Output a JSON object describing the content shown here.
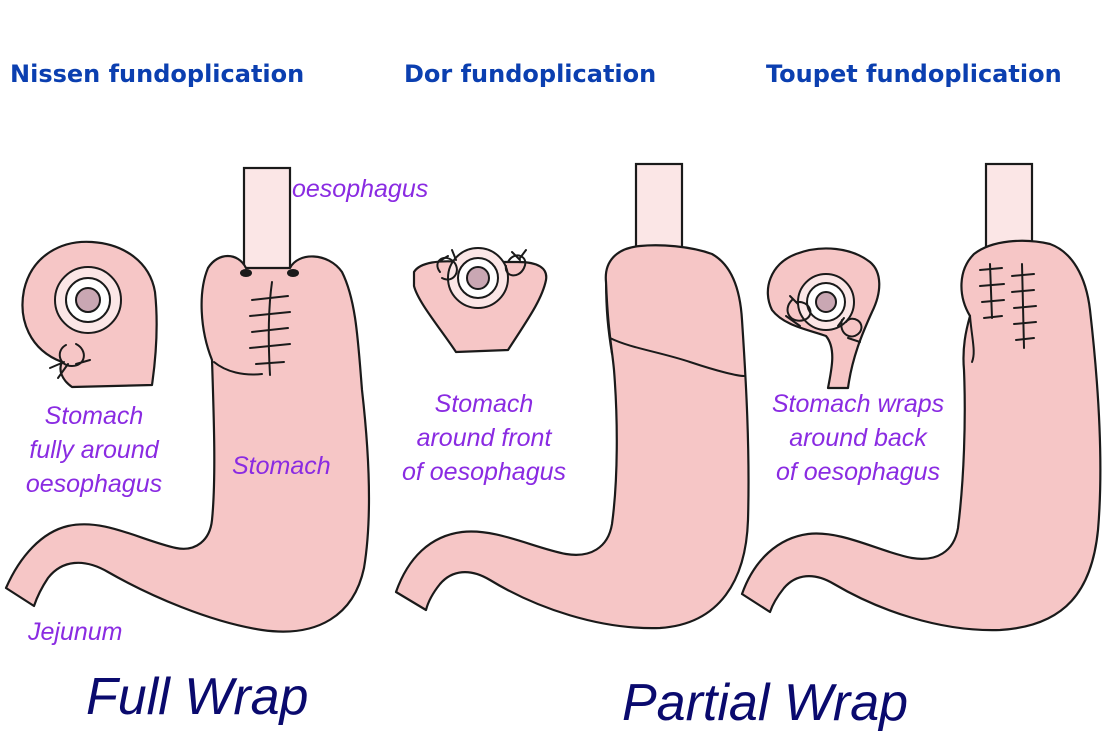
{
  "titles": {
    "nissen": "Nissen fundoplication",
    "dor": "Dor fundoplication",
    "toupet": "Toupet fundoplication"
  },
  "labels": {
    "oesophagus": "oesophagus",
    "stomach": "Stomach",
    "jejunum": "Jejunum",
    "nissen_desc": [
      "Stomach",
      "fully around",
      "oesophagus"
    ],
    "dor_desc": [
      "Stomach",
      "around front",
      "of oesophagus"
    ],
    "toupet_desc": [
      "Stomach wraps",
      "around back",
      "of oesophagus"
    ]
  },
  "groups": {
    "full": "Full Wrap",
    "partial": "Partial Wrap"
  },
  "colors": {
    "title": "#0b3fb0",
    "label": "#8a2be2",
    "group": "#0a0a6e",
    "tissue": "#f6c6c6",
    "oesophagus": "#fbe6e6"
  }
}
